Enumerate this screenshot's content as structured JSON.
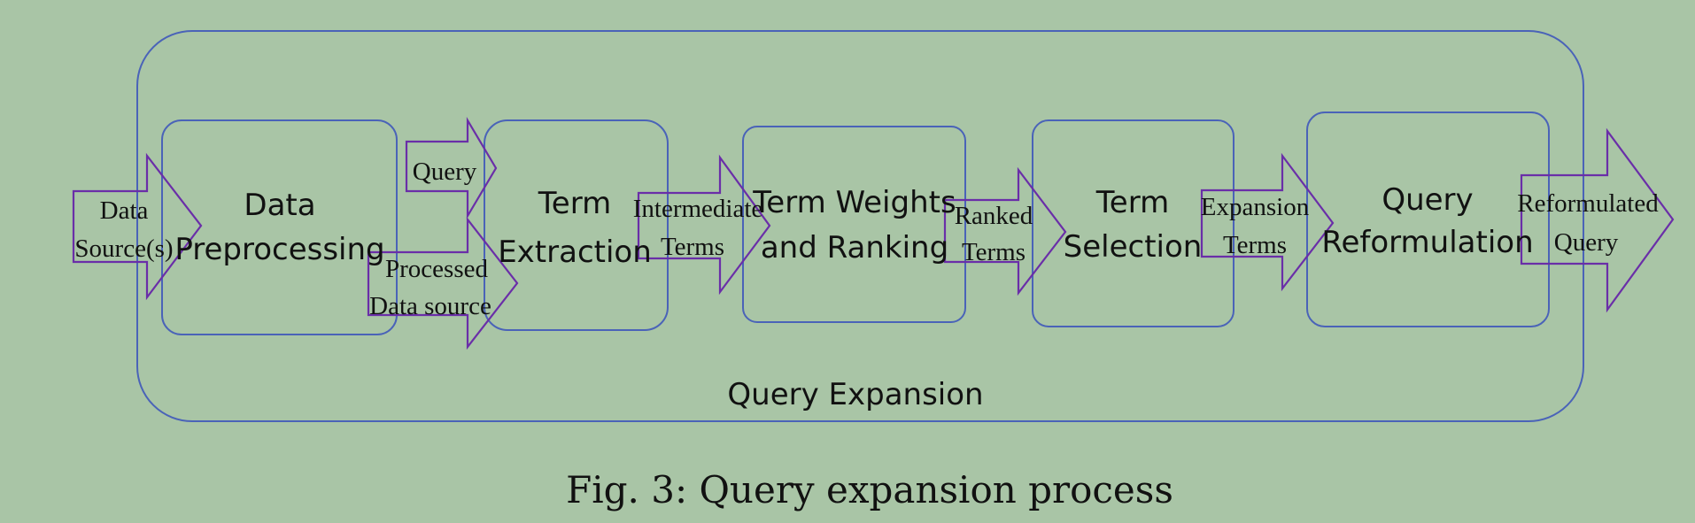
{
  "diagram": {
    "container_label": "Query Expansion",
    "stages": {
      "data_preprocessing": [
        "Data",
        "Preprocessing"
      ],
      "term_extraction": [
        "Term",
        "Extraction"
      ],
      "term_weights": [
        "Term Weights",
        "and Ranking"
      ],
      "term_selection": [
        "Term",
        "Selection"
      ],
      "query_reformulation": [
        "Query",
        "Reformulation"
      ]
    },
    "arrows": {
      "data_sources": [
        "Data",
        "Source(s)"
      ],
      "query": [
        "Query"
      ],
      "processed_data_source": [
        "Processed",
        "Data source"
      ],
      "intermediate_terms": [
        "Intermediate",
        "Terms"
      ],
      "ranked_terms": [
        "Ranked",
        "Terms"
      ],
      "expansion_terms": [
        "Expansion",
        "Terms"
      ],
      "reformulated_query": [
        "Reformulated",
        "Query"
      ]
    }
  },
  "caption": "Fig. 3: Query expansion process"
}
